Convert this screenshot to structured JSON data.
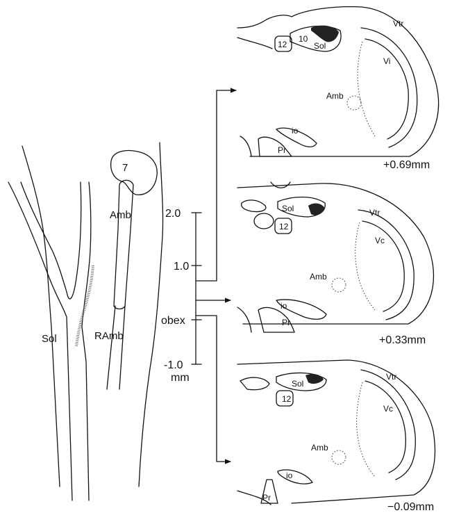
{
  "brainstem_labels": {
    "sol": "Sol",
    "amb": "Amb",
    "ramb": "RAmb",
    "seven": "7"
  },
  "scale": {
    "tick_top": "2.0",
    "tick_mid": "1.0",
    "tick_obex": "obex",
    "tick_bottom": "-1.0",
    "unit": "mm"
  },
  "sections": [
    {
      "level": "+0.69mm",
      "labels": {
        "n12": "12",
        "n10": "10",
        "sol": "Sol",
        "vtr": "Vtr",
        "vi": "Vi",
        "amb": "Amb",
        "io": "io",
        "pr": "Pr"
      }
    },
    {
      "level": "+0.33mm",
      "labels": {
        "sol": "Sol",
        "n12": "12",
        "vtr": "Vtr",
        "vc": "Vc",
        "amb": "Amb",
        "io": "io",
        "pr": "Pr"
      }
    },
    {
      "level": "−0.09mm",
      "labels": {
        "sol": "Sol",
        "n12": "12",
        "vtr": "Vtr",
        "vc": "Vc",
        "amb": "Amb",
        "io": "io",
        "pr": "Pr"
      }
    }
  ]
}
